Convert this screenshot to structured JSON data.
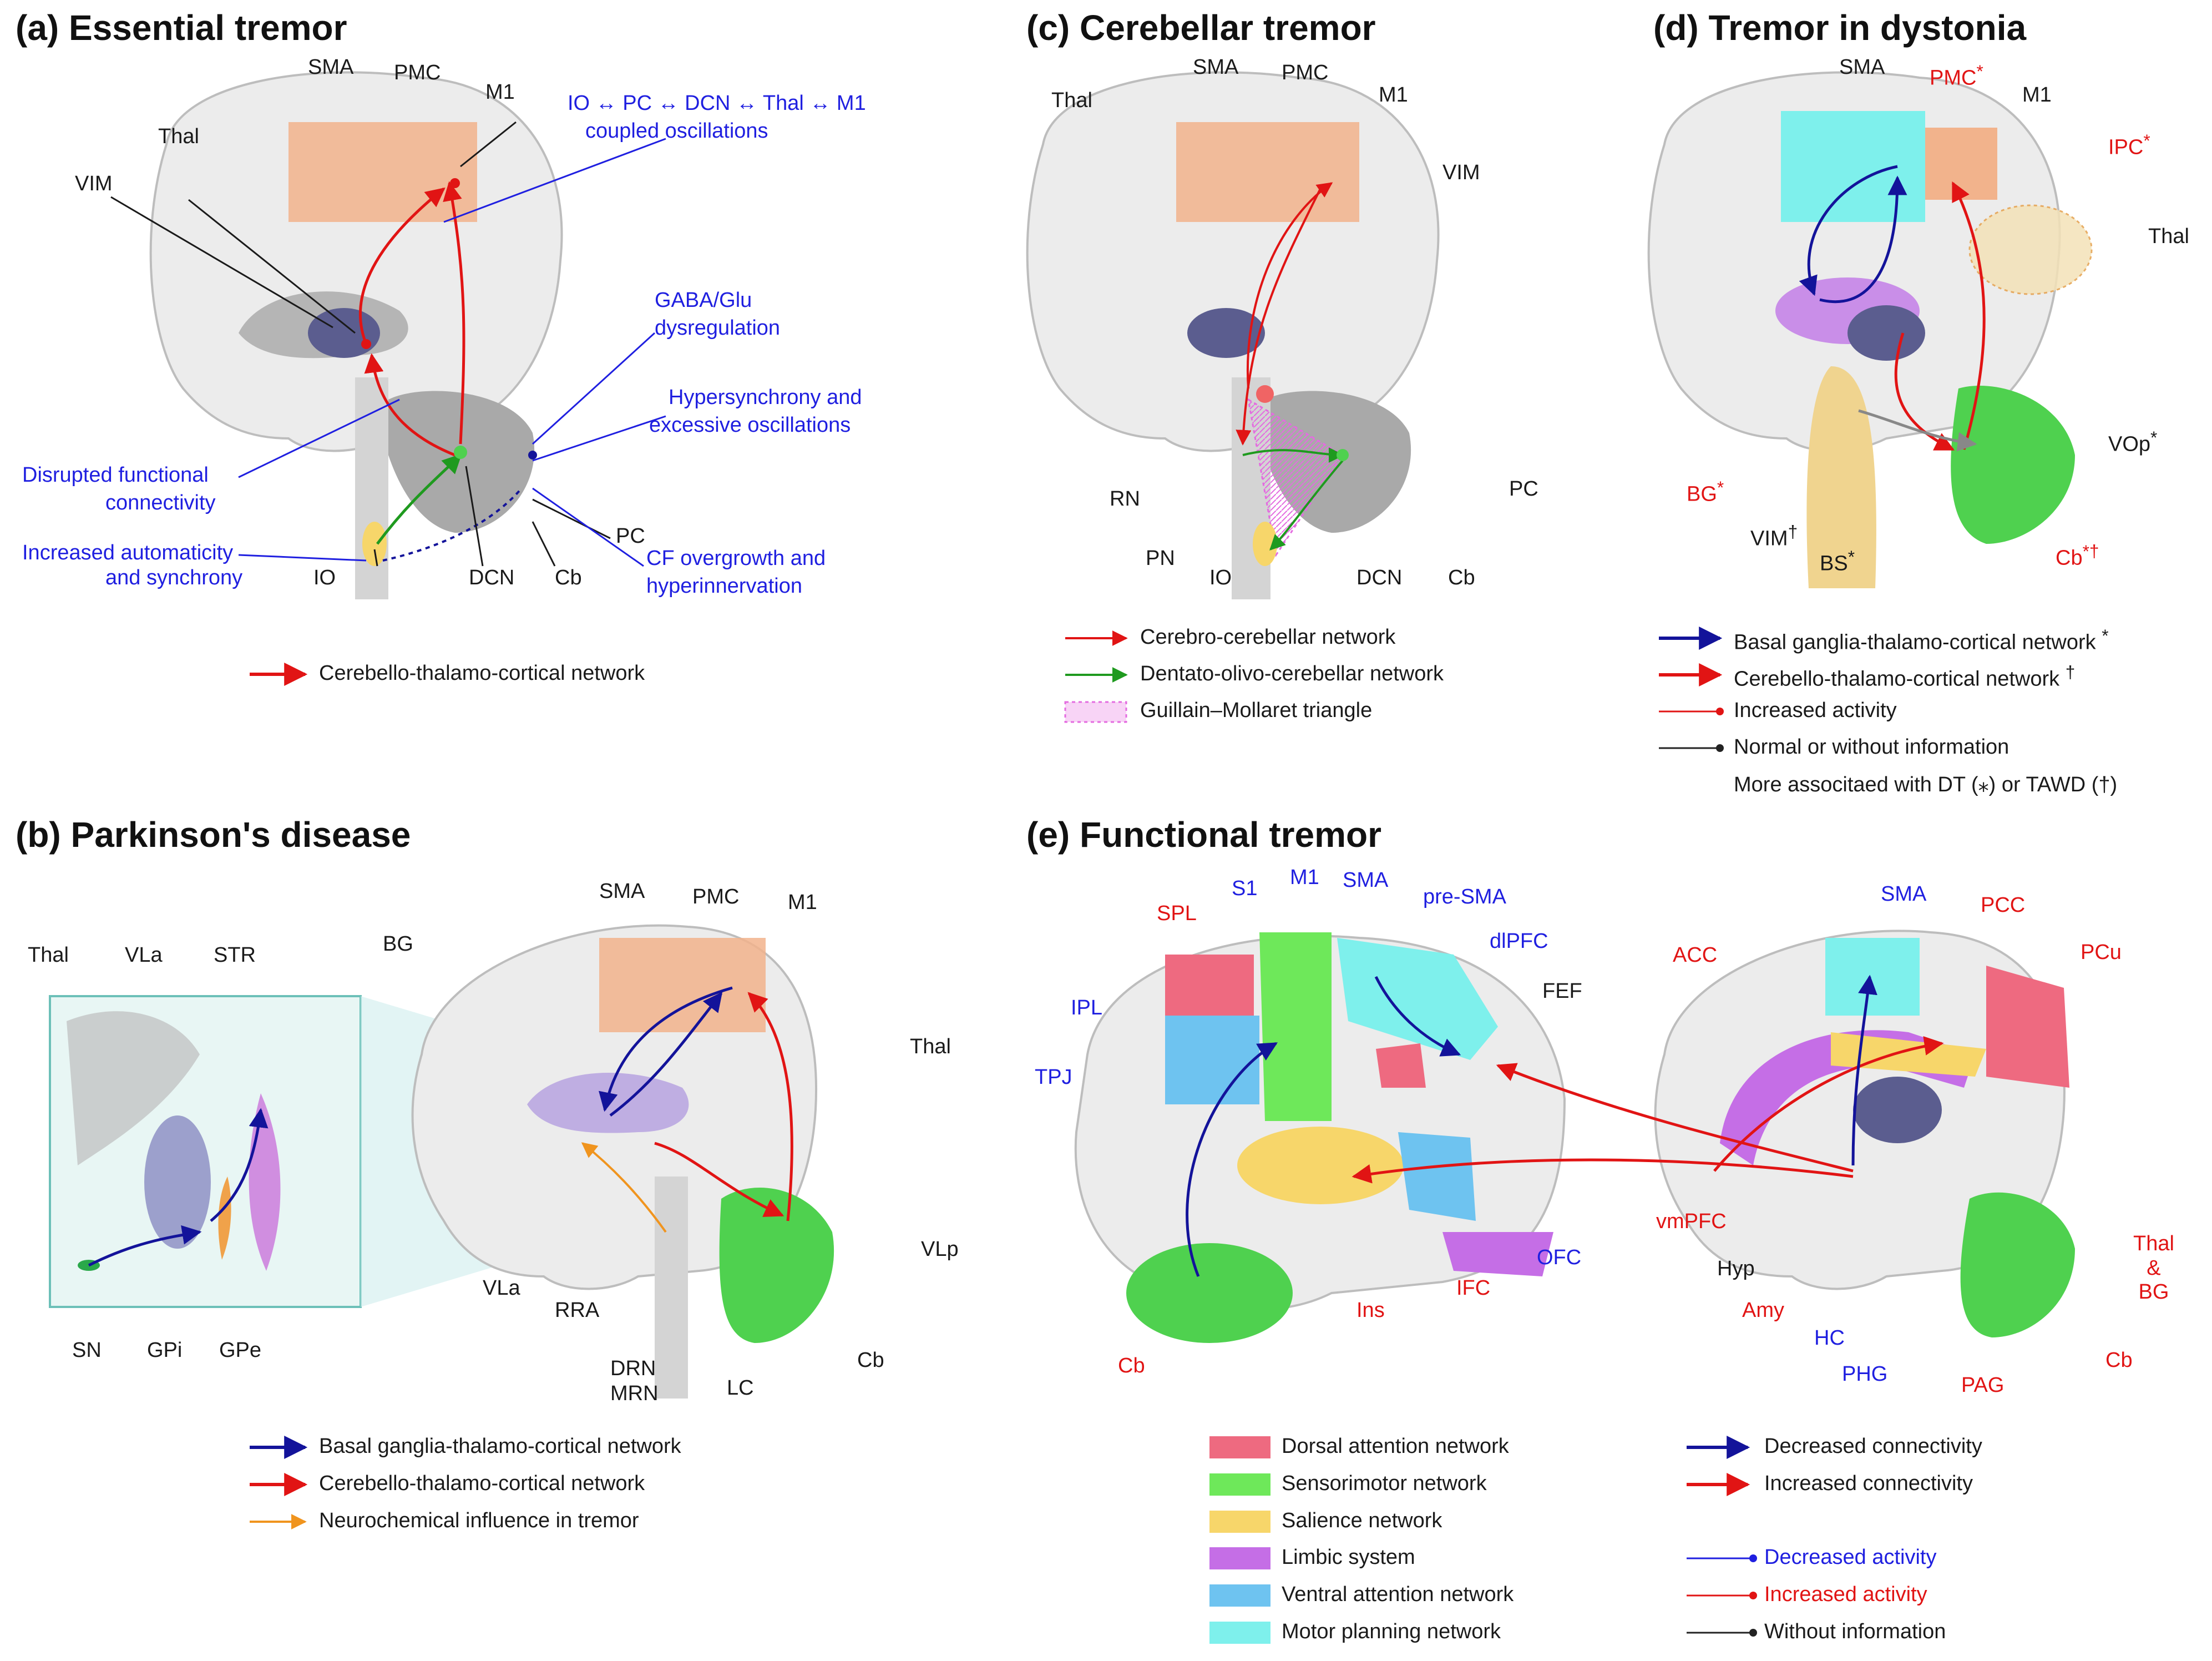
{
  "panel_a": {
    "title": "(a) Essential tremor",
    "labels": {
      "sma": "SMA",
      "pmc": "PMC",
      "m1": "M1",
      "thal": "Thal",
      "vim": "VIM",
      "pc": "PC",
      "io": "IO",
      "dcn": "DCN",
      "cb": "Cb"
    },
    "notes": {
      "coupled_1": "IO ↔ PC ↔ DCN ↔ Thal ↔ M1",
      "coupled_2": "coupled oscillations",
      "gaba_1": "GABA/Glu",
      "gaba_2": "dysregulation",
      "hyper_1": "Hypersynchrony and",
      "hyper_2": "excessive oscillations",
      "disrupted_1": "Disrupted functional",
      "disrupted_2": "connectivity",
      "automat_1": "Increased automaticity",
      "automat_2": "and synchrony",
      "cf_1": "CF overgrowth and",
      "cf_2": "hyperinnervation"
    },
    "legend": [
      "Cerebello-thalamo-cortical network"
    ]
  },
  "panel_b": {
    "title": "(b) Parkinson's disease",
    "labels": {
      "sma": "SMA",
      "pmc": "PMC",
      "m1": "M1",
      "bg": "BG",
      "thal": "Thal",
      "vla_inset": "VLa",
      "str": "STR",
      "sn": "SN",
      "gpi": "GPi",
      "gpe": "GPe",
      "thal_r": "Thal",
      "vla": "VLa",
      "rra": "RRA",
      "drn": "DRN",
      "mrn": "MRN",
      "lc": "LC",
      "cb": "Cb",
      "vlp": "VLp"
    },
    "legend": [
      "Basal ganglia-thalamo-cortical network",
      "Cerebello-thalamo-cortical network",
      "Neurochemical influence in tremor"
    ]
  },
  "panel_c": {
    "title": "(c) Cerebellar tremor",
    "labels": {
      "sma": "SMA",
      "pmc": "PMC",
      "m1": "M1",
      "thal": "Thal",
      "vim": "VIM",
      "rn": "RN",
      "pn": "PN",
      "io": "IO",
      "dcn": "DCN",
      "cb": "Cb",
      "pc": "PC"
    },
    "legend": [
      "Cerebro-cerebellar network",
      "Dentato-olivo-cerebellar network",
      "Guillain–Mollaret triangle"
    ]
  },
  "panel_d": {
    "title": "(d) Tremor in dystonia",
    "labels": {
      "sma": "SMA",
      "pmc": "PMC",
      "pmc_mark": "*",
      "m1": "M1",
      "ipc": "IPC",
      "ipc_mark": "*",
      "thal": "Thal",
      "bg": "BG",
      "bg_mark": "*",
      "vop": "VOp",
      "vop_mark": "*",
      "vim": "VIM",
      "vim_mark": "†",
      "bs": "BS",
      "bs_mark": "*",
      "cb": "Cb",
      "cb_mark": "*†"
    },
    "legend": [
      "Basal ganglia-thalamo-cortical network",
      "Cerebello-thalamo-cortical network",
      "Increased activity",
      "Normal or without information",
      "More associtaed with DT (⁎) or TAWD (†)"
    ],
    "legend_marks": [
      "*",
      "†"
    ]
  },
  "panel_e": {
    "title": "(e) Functional tremor",
    "labels_lateral": {
      "spl": "SPL",
      "s1": "S1",
      "m1": "M1",
      "sma": "SMA",
      "presma": "pre-SMA",
      "dlpfc": "dlPFC",
      "fef": "FEF",
      "ipl": "IPL",
      "tpj": "TPJ",
      "ins": "Ins",
      "ifc": "IFC",
      "ofc": "OFC",
      "cb": "Cb"
    },
    "labels_medial": {
      "sma": "SMA",
      "pcc": "PCC",
      "acc": "ACC",
      "pcu": "PCu",
      "vmpfc": "vmPFC",
      "hyp": "Hyp",
      "amy": "Amy",
      "hc": "HC",
      "phg": "PHG",
      "pag": "PAG",
      "thal": "Thal",
      "amp": "&",
      "bg": "BG",
      "cb": "Cb"
    },
    "networks": [
      {
        "label": "Dorsal attention network",
        "color": "#ee6a80"
      },
      {
        "label": "Sensorimotor network",
        "color": "#6ee85a"
      },
      {
        "label": "Salience network",
        "color": "#f7d66a"
      },
      {
        "label": "Limbic system",
        "color": "#c56ee6"
      },
      {
        "label": "Ventral attention network",
        "color": "#6ec3f0"
      },
      {
        "label": "Motor planning network",
        "color": "#7ef0ec"
      }
    ],
    "legend_right": [
      "Decreased connectivity",
      "Increased connectivity",
      "Decreased activity",
      "Increased activity",
      "Without information"
    ]
  },
  "colors": {
    "red": "#e11414",
    "blue": "#1f1fe0",
    "navy": "#13139a",
    "green": "#1f9a1f",
    "orange": "#f0941e",
    "sensorimotor": "#6ee85a",
    "motor_strip": "#f2b38c"
  }
}
